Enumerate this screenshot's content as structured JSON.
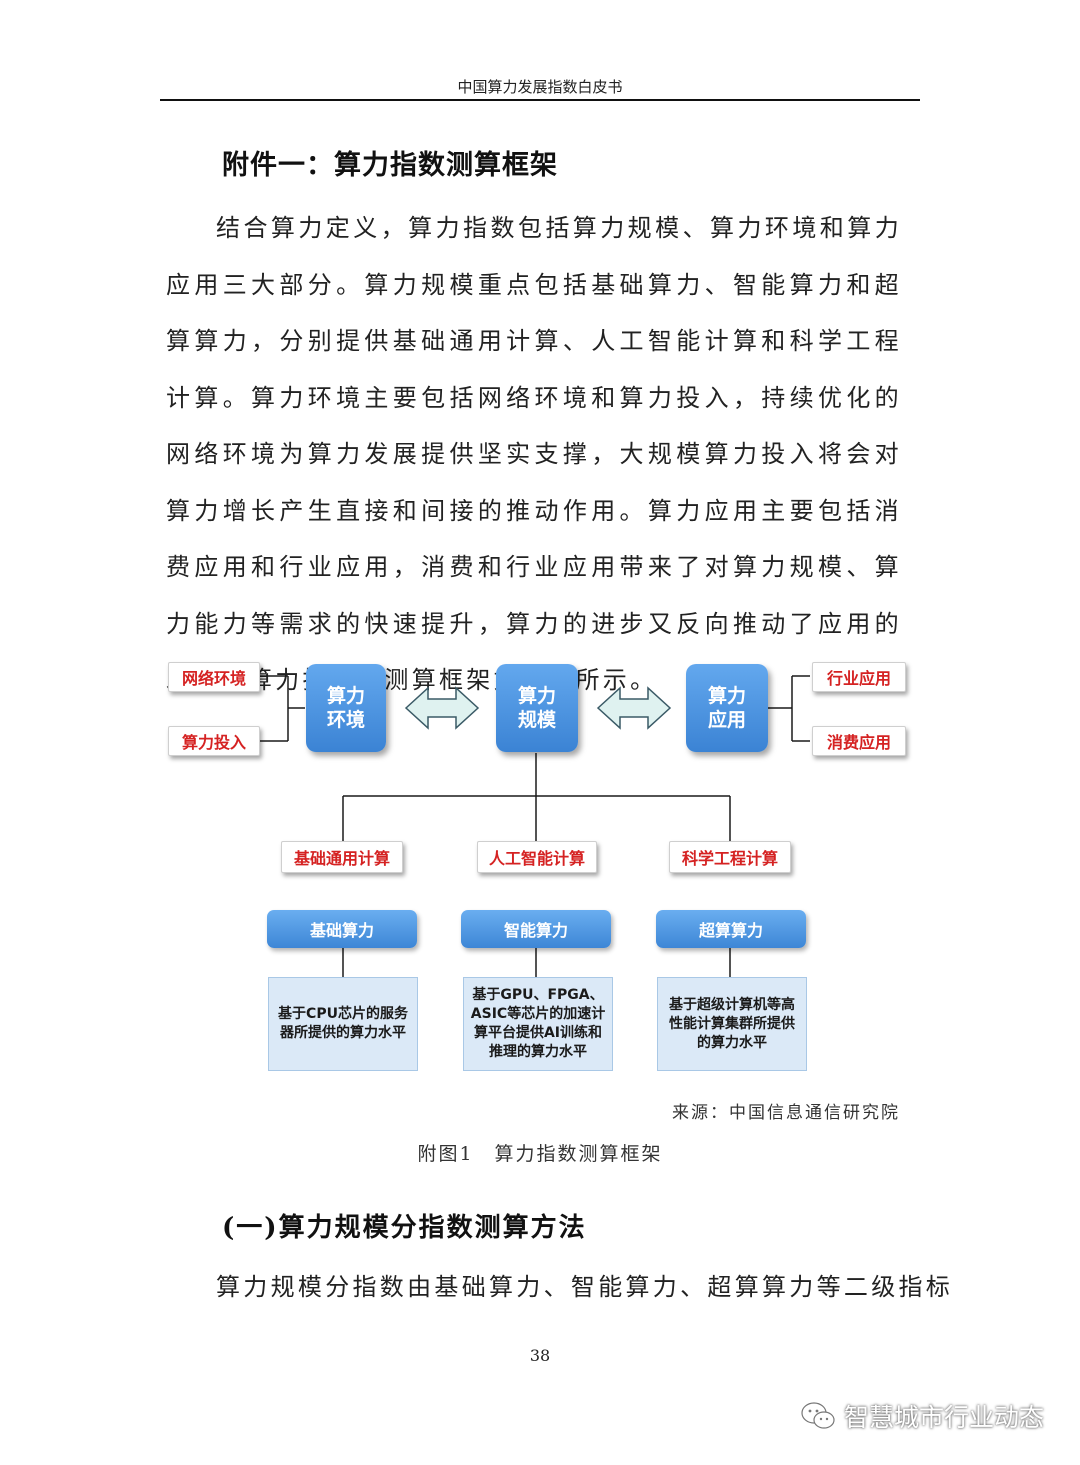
{
  "header": {
    "title": "中国算力发展指数白皮书"
  },
  "section": {
    "heading": "附件一：算力指数测算框架"
  },
  "paragraph": "结合算力定义，算力指数包括算力规模、算力环境和算力应用三大部分。算力规模重点包括基础算力、智能算力和超算算力，分别提供基础通用计算、人工智能计算和科学工程计算。算力环境主要包括网络环境和算力投入，持续优化的网络环境为算力发展提供坚实支撑，大规模算力投入将会对算力增长产生直接和间接的推动作用。算力应用主要包括消费应用和行业应用，消费和行业应用带来了对算力规模、算力能力等需求的快速提升，算力的进步又反向推动了应用的发展。算力指数的测算框架如下图所示。",
  "diagram": {
    "env_inputs": [
      "网络环境",
      "算力投入"
    ],
    "core": {
      "env": "算力\n环境",
      "scale": "算力\n规模",
      "app": "算力\n应用"
    },
    "app_outputs": [
      "行业应用",
      "消费应用"
    ],
    "branches": [
      {
        "type": "基础通用计算",
        "level": "基础算力",
        "desc": "基于CPU芯片的服务器所提供的算力水平"
      },
      {
        "type": "人工智能计算",
        "level": "智能算力",
        "desc": "基于GPU、FPGA、ASIC等芯片的加速计算平台提供AI训练和推理的算力水平"
      },
      {
        "type": "科学工程计算",
        "level": "超算算力",
        "desc": "基于超级计算机等高性能计算集群所提供的算力水平"
      }
    ],
    "colors": {
      "accent_blue": "#3b83d4",
      "label_red": "#d52222",
      "desc_fill": "#dbe9f7",
      "arrow_fill": "#dff2f0"
    }
  },
  "source": "来源：中国信息通信研究院",
  "caption": "附图1　算力指数测算框架",
  "sub_heading": "(一)算力规模分指数测算方法",
  "paragraph_2": "算力规模分指数由基础算力、智能算力、超算算力等二级指标",
  "page_number": "38",
  "watermark": {
    "text": "智慧城市行业动态",
    "icon": "wechat-icon"
  }
}
